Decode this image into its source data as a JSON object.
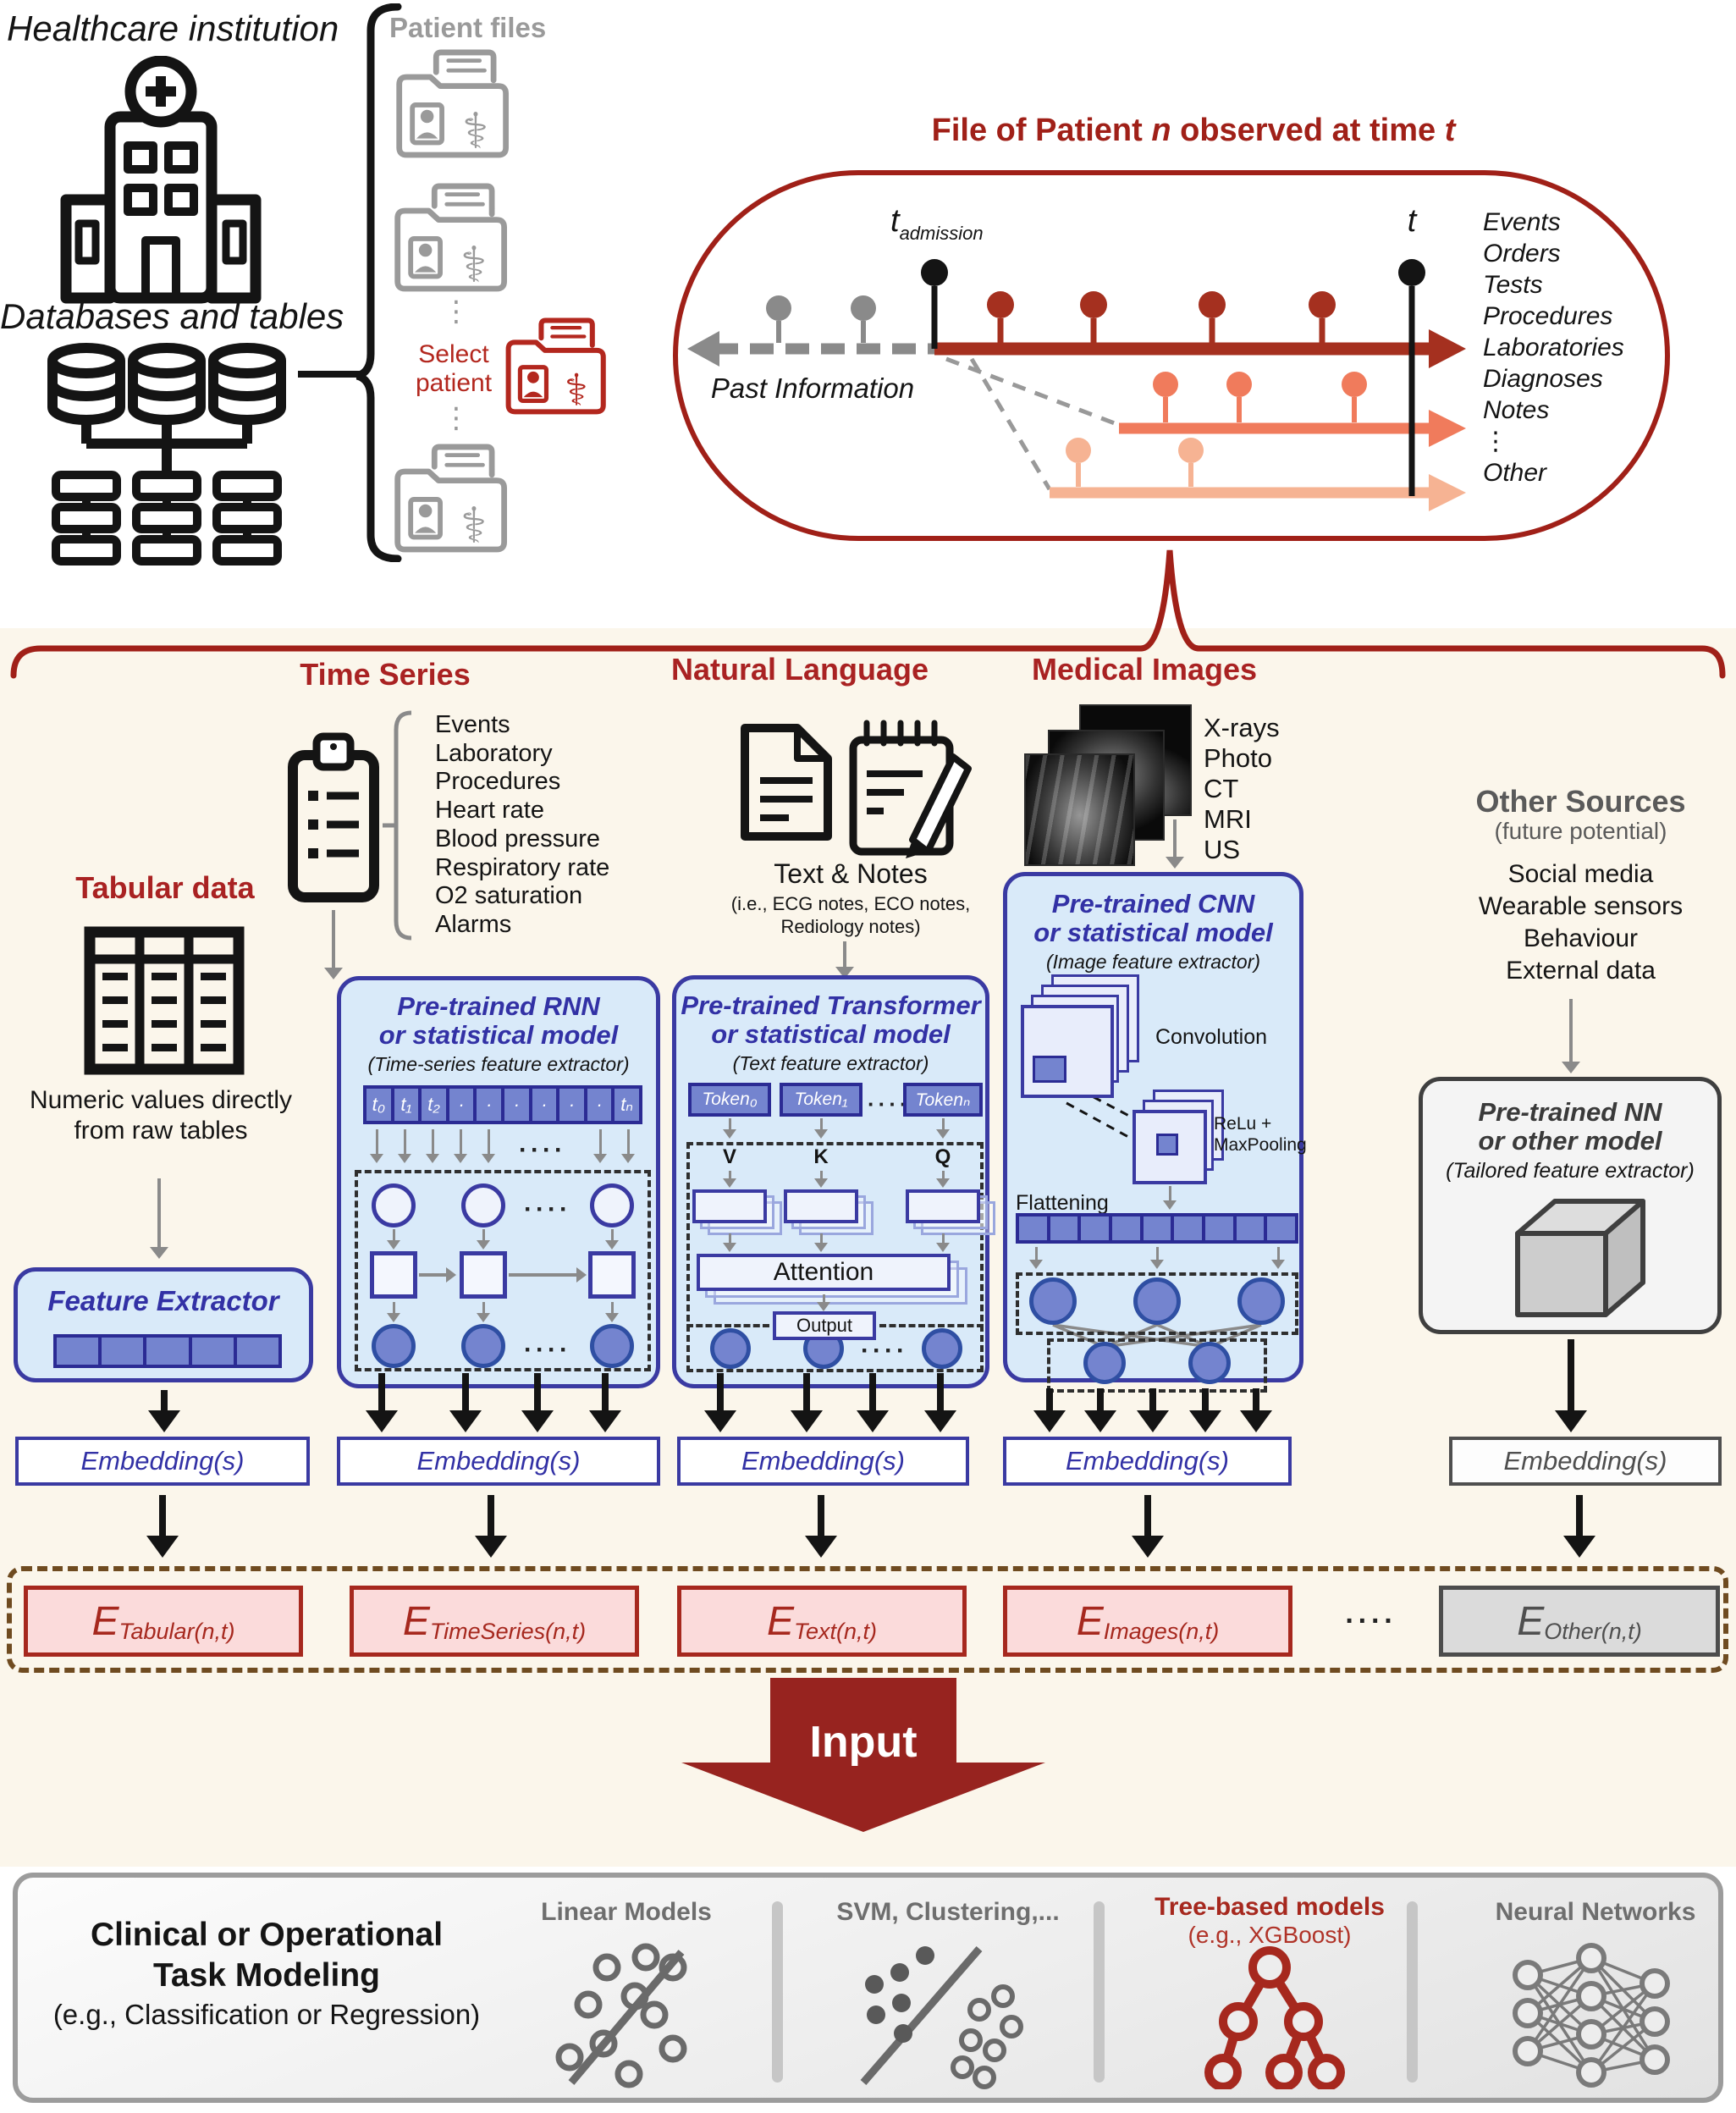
{
  "top_left": {
    "healthcare_institution": "Healthcare institution",
    "databases_and_tables": "Databases and tables",
    "patient_files": "Patient files",
    "select_patient": "Select patient",
    "vertical_dots": "⋮"
  },
  "patient_file_panel": {
    "title": {
      "prefix": "File of Patient ",
      "n": "n",
      "middle": " observed at time ",
      "t": "t"
    },
    "t_admission": {
      "base": "t",
      "sub": "admission"
    },
    "t_now": "t",
    "past_information": "Past Information",
    "categories": [
      "Events",
      "Orders",
      "Tests",
      "Procedures",
      "Laboratories",
      "Diagnoses",
      "Notes",
      "⋮",
      "Other"
    ]
  },
  "modalities": {
    "tabular": {
      "title": "Tabular data",
      "description": "Numeric values directly from raw tables",
      "extractor_title": "Feature Extractor",
      "embedding": "Embedding(s)"
    },
    "time_series": {
      "title": "Time Series",
      "signals": [
        "Events",
        "Laboratory",
        "Procedures",
        "Heart rate",
        "Blood pressure",
        "Respiratory rate",
        "O2 saturation",
        "Alarms"
      ],
      "box_title_1": "Pre-trained RNN",
      "box_title_2": "or statistical model",
      "box_subtitle": "(Time-series feature extractor)",
      "cells": [
        "t₀",
        "t₁",
        "t₂",
        "·",
        "·",
        "·",
        "·",
        "·",
        "·",
        "tₙ"
      ],
      "dots": "····",
      "embedding": "Embedding(s)"
    },
    "natural_language": {
      "title": "Natural Language",
      "source_label": "Text & Notes",
      "source_note_1": "(i.e., ECG notes, ECO notes,",
      "source_note_2": "Rediology notes)",
      "box_title_1": "Pre-trained Transformer",
      "box_title_2": "or statistical model",
      "box_subtitle": "(Text feature extractor)",
      "tokens": [
        "Token₀",
        "Token₁",
        "Tokenₙ"
      ],
      "dots": "····",
      "v": "V",
      "k": "K",
      "q": "Q",
      "attention": "Attention",
      "output": "Output",
      "embedding": "Embedding(s)"
    },
    "medical_images": {
      "title": "Medical Images",
      "types": [
        "X-rays",
        "Photo",
        "CT",
        "MRI",
        "US"
      ],
      "box_title_1": "Pre-trained CNN",
      "box_title_2": "or statistical model",
      "box_subtitle": "(Image feature extractor)",
      "convolution": "Convolution",
      "relu_line_1": "ReLu +",
      "relu_line_2": "MaxPooling",
      "flattening": "Flattening",
      "embedding": "Embedding(s)"
    },
    "other": {
      "title": "Other Sources",
      "subtitle": "(future potential)",
      "sources": [
        "Social media",
        "Wearable sensors",
        "Behaviour",
        "External data"
      ],
      "box_title_1": "Pre-trained NN",
      "box_title_2": "or other model",
      "box_subtitle": "(Tailored feature extractor)",
      "embedding": "Embedding(s)"
    }
  },
  "fusion": {
    "e": "E",
    "items": [
      {
        "sub": "Tabular(n,t)"
      },
      {
        "sub": "TimeSeries(n,t)"
      },
      {
        "sub": "Text(n,t)"
      },
      {
        "sub": "Images(n,t)"
      },
      {
        "sub": "Other(n,t)"
      }
    ],
    "dots": "····",
    "input_label": "Input"
  },
  "task_panel": {
    "title_1": "Clinical or Operational",
    "title_2": "Task Modeling",
    "subtitle": "(e.g., Classification or Regression)",
    "linear": "Linear Models",
    "svm": "SVM, Clustering,...",
    "tree": "Tree-based models",
    "tree_sub": "(e.g., XGBoost)",
    "nn": "Neural Networks"
  },
  "colors": {
    "accent_red": "#A92222",
    "diagram_red": "#A02018",
    "timeline_red": "#A5301F",
    "timeline_salmon": "#F07B5C",
    "timeline_light_salmon": "#F6B393",
    "box_blue_fill": "#D9EAF9",
    "box_blue_border": "#3A3AA2",
    "cell_blue": "#7484CF",
    "embedding_purple": "#3231A5",
    "e_box_pink": "#FBDBDB",
    "e_box_red": "#A6281E",
    "fusion_dashed_brown": "#6F4B20",
    "input_arrow_red": "#97231F",
    "gray": "#9A9A9A"
  }
}
